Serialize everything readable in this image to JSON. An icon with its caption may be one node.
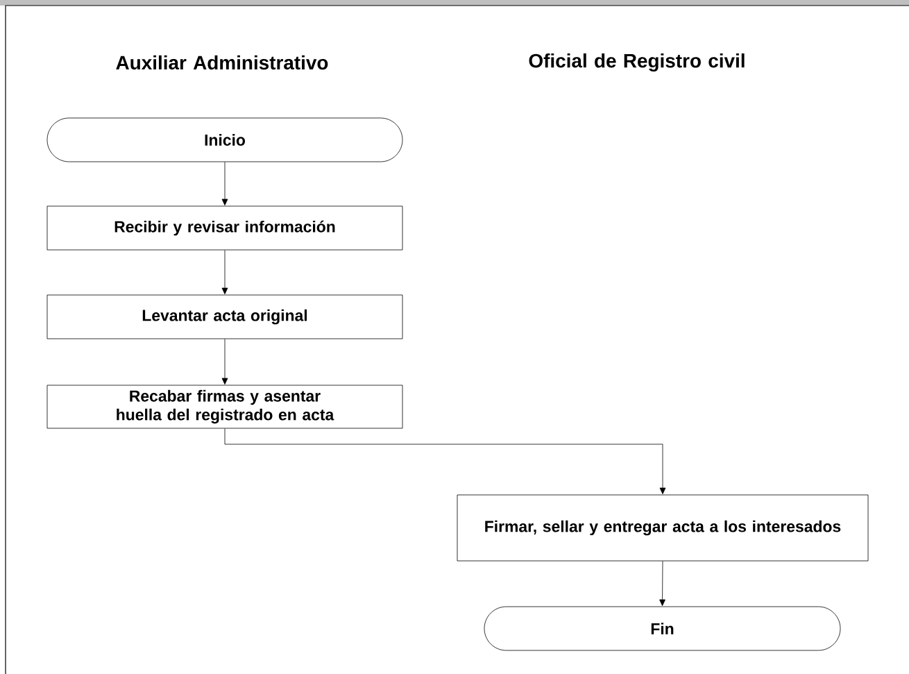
{
  "diagram": {
    "nodes": [
      {
        "text": [
          "Inicio"
        ]
      },
      {
        "text": [
          "Recibir y revisar información"
        ]
      },
      {
        "text": [
          "Levantar acta original"
        ]
      },
      {
        "text": [
          "Recabar firmas y asentar huella del registrado en acta"
        ]
      },
      {
        "text": [
          "Firmar, sellar y entregar acta a los interesados"
        ]
      },
      {
        "text": [
          "Fin"
        ]
      }
    ],
    "edges": [
      {
        "from": 0,
        "to": 1,
        "arrow": "to"
      },
      {
        "from": 1,
        "to": 2,
        "arrow": "to"
      },
      {
        "from": 2,
        "to": 3,
        "arrow": "to"
      },
      {
        "from": 3,
        "to": 4,
        "arrow": "to"
      },
      {
        "from": 4,
        "to": 5,
        "arrow": "to"
      }
    ],
    "labels": [
      "Auxiliar Administrativo",
      "Oficial de Registro civil"
    ]
  }
}
